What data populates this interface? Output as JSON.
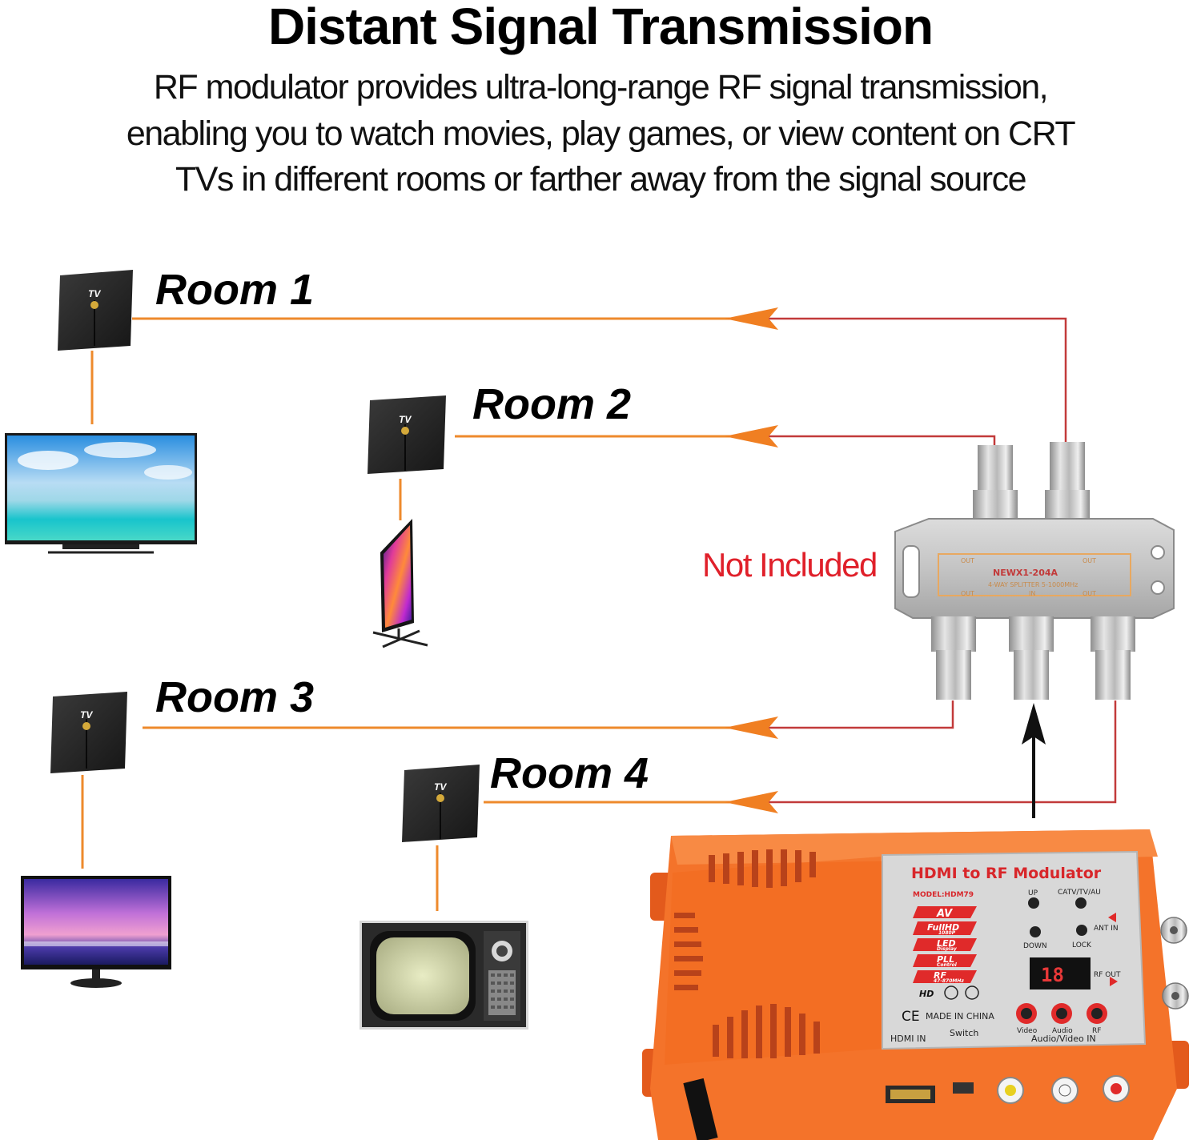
{
  "title": "Distant Signal Transmission",
  "subtitle_lines": [
    "RF modulator provides ultra-long-range RF signal transmission,",
    "enabling you to watch movies, play games, or view content on CRT",
    "TVs in different rooms or farther away from the signal source"
  ],
  "rooms": [
    {
      "label": "Room 1",
      "plate": "TV"
    },
    {
      "label": "Room 2",
      "plate": "TV"
    },
    {
      "label": "Room 3",
      "plate": "TV"
    },
    {
      "label": "Room 4",
      "plate": "TV"
    }
  ],
  "splitter": {
    "note": "Not Included",
    "model": "NEWX1-204A",
    "spec": "4-WAY SPLITTER 5-1000MHz",
    "port_out": "OUT",
    "port_in": "IN"
  },
  "modulator": {
    "name": "HDMI to RF Modulator",
    "model": "MODEL:HDM79",
    "badges": [
      "AV",
      "FullHD",
      "LED",
      "PLL",
      "RF"
    ],
    "badge_subs": [
      "",
      "1080P",
      "Display",
      "Control",
      "47-870MHz"
    ],
    "button_up": "UP",
    "button_down": "DOWN",
    "button_catv": "CATV/TV/AU",
    "button_lock": "LOCK",
    "port_ant_in": "ANT IN",
    "port_rf_out": "RF OUT",
    "made_in": "MADE IN CHINA",
    "jack_video": "Video",
    "jack_audio": "Audio",
    "jack_rf": "RF",
    "hdmi_in": "HDMI IN",
    "switch": "Switch",
    "av_in": "Audio/Video IN",
    "display": "18",
    "ce_mark": "CE",
    "hd_mark": "HD"
  },
  "colors": {
    "line_orange": "#ee8a2c",
    "arrow_orange": "#f07f22",
    "line_red": "#c23a3a",
    "device_orange": "#f4732a"
  }
}
